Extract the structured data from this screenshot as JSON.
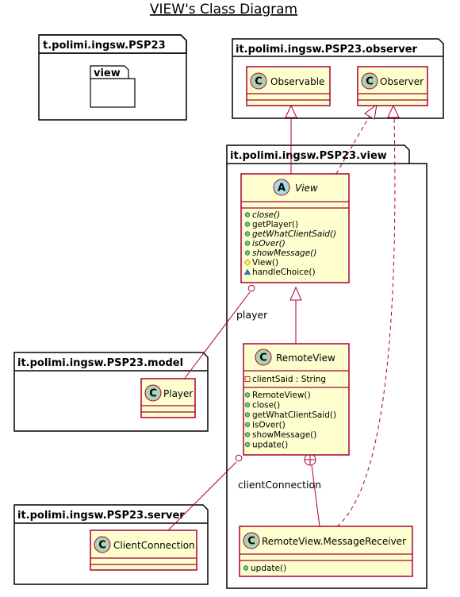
{
  "title": "VIEW's Class Diagram",
  "colors": {
    "class_fill": "#FEFECE",
    "class_border": "#A80036",
    "circle_class": "#ADD1B2",
    "circle_abstract": "#A9DCDF",
    "edge": "#A80036",
    "package_fill": "#FFFFFF",
    "package_border": "#000000"
  },
  "packages": {
    "root": {
      "name": "t.polimi.ingsw.PSP23",
      "sub": "view"
    },
    "observer": {
      "name": "it.polimi.ingsw.PSP23.observer"
    },
    "view": {
      "name": "it.polimi.ingsw.PSP23.view"
    },
    "model": {
      "name": "it.polimi.ingsw.PSP23.model"
    },
    "server": {
      "name": "it.polimi.ingsw.PSP23.server"
    }
  },
  "classes": {
    "observable": {
      "stereotype": "C",
      "name": "Observable"
    },
    "observer": {
      "stereotype": "C",
      "name": "Observer"
    },
    "view": {
      "stereotype": "A",
      "name": "View",
      "methods": [
        {
          "vis": "+",
          "text": "close()",
          "italic": true
        },
        {
          "vis": "+",
          "text": "getPlayer()",
          "italic": false
        },
        {
          "vis": "+",
          "text": "getWhatClientSaid()",
          "italic": true
        },
        {
          "vis": "+",
          "text": "isOver()",
          "italic": true
        },
        {
          "vis": "+",
          "text": "showMessage()",
          "italic": true
        },
        {
          "vis": "#",
          "text": "View()",
          "italic": false
        },
        {
          "vis": "~",
          "text": "handleChoice()",
          "italic": false
        }
      ]
    },
    "remoteview": {
      "stereotype": "C",
      "name": "RemoteView",
      "fields": [
        {
          "vis": "-",
          "text": "clientSaid : String"
        }
      ],
      "methods": [
        {
          "vis": "+",
          "text": "RemoteView()"
        },
        {
          "vis": "+",
          "text": "close()"
        },
        {
          "vis": "+",
          "text": "getWhatClientSaid()"
        },
        {
          "vis": "+",
          "text": "isOver()"
        },
        {
          "vis": "+",
          "text": "showMessage()"
        },
        {
          "vis": "+",
          "text": "update()"
        }
      ]
    },
    "player": {
      "stereotype": "C",
      "name": "Player"
    },
    "clientconnection": {
      "stereotype": "C",
      "name": "ClientConnection"
    },
    "messagereceiver": {
      "stereotype": "C",
      "name": "RemoteView.MessageReceiver",
      "methods": [
        {
          "vis": "+",
          "text": "update()"
        }
      ]
    }
  },
  "edge_labels": {
    "player": "player",
    "client_connection": "clientConnection"
  }
}
